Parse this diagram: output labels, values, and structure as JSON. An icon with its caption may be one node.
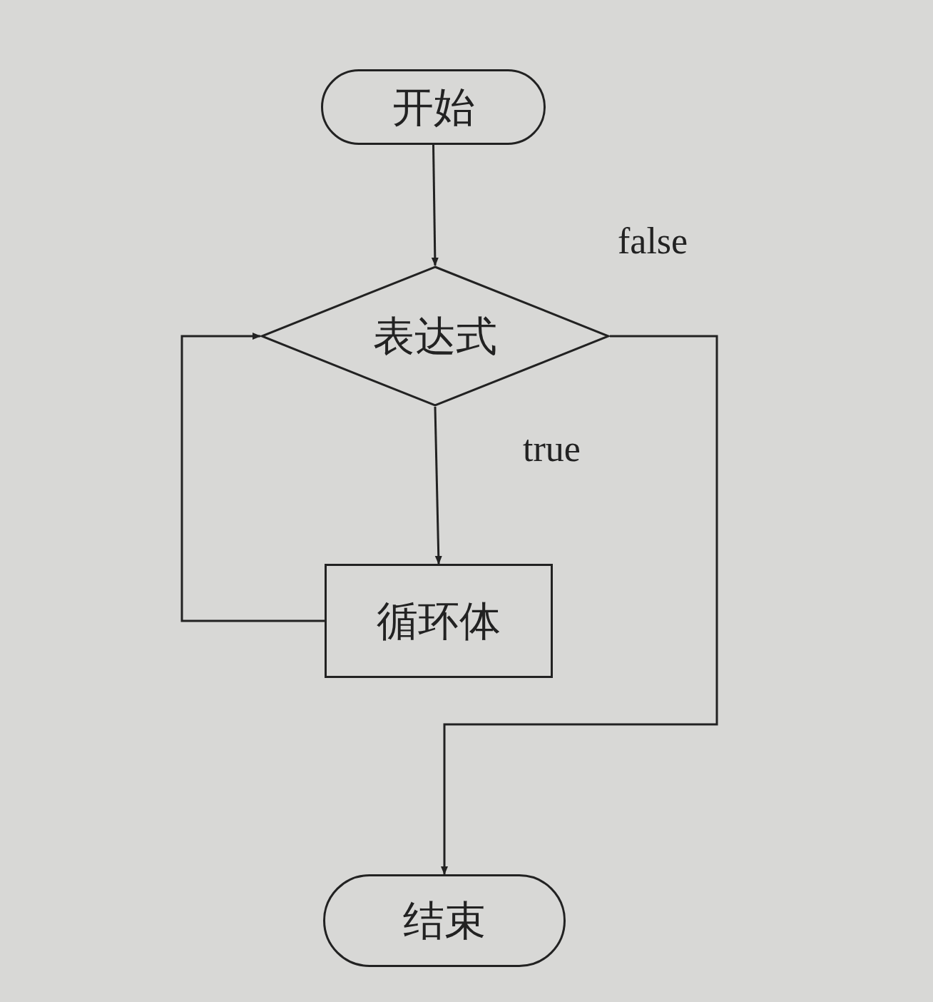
{
  "diagram": {
    "nodes": [
      {
        "text": [
          "开始"
        ]
      },
      {
        "text": [
          "表达式"
        ]
      },
      {
        "text": [
          "循环体"
        ]
      },
      {
        "text": [
          "结束"
        ]
      }
    ],
    "edges": [
      {
        "from": 0,
        "to": 1,
        "arrow": "to"
      },
      {
        "from": 1,
        "to": 2,
        "arrow": "to",
        "label": "true"
      },
      {
        "from": 2,
        "to": 1,
        "arrow": "to"
      },
      {
        "from": 1,
        "to": 3,
        "arrow": "to",
        "label": "false"
      }
    ]
  }
}
